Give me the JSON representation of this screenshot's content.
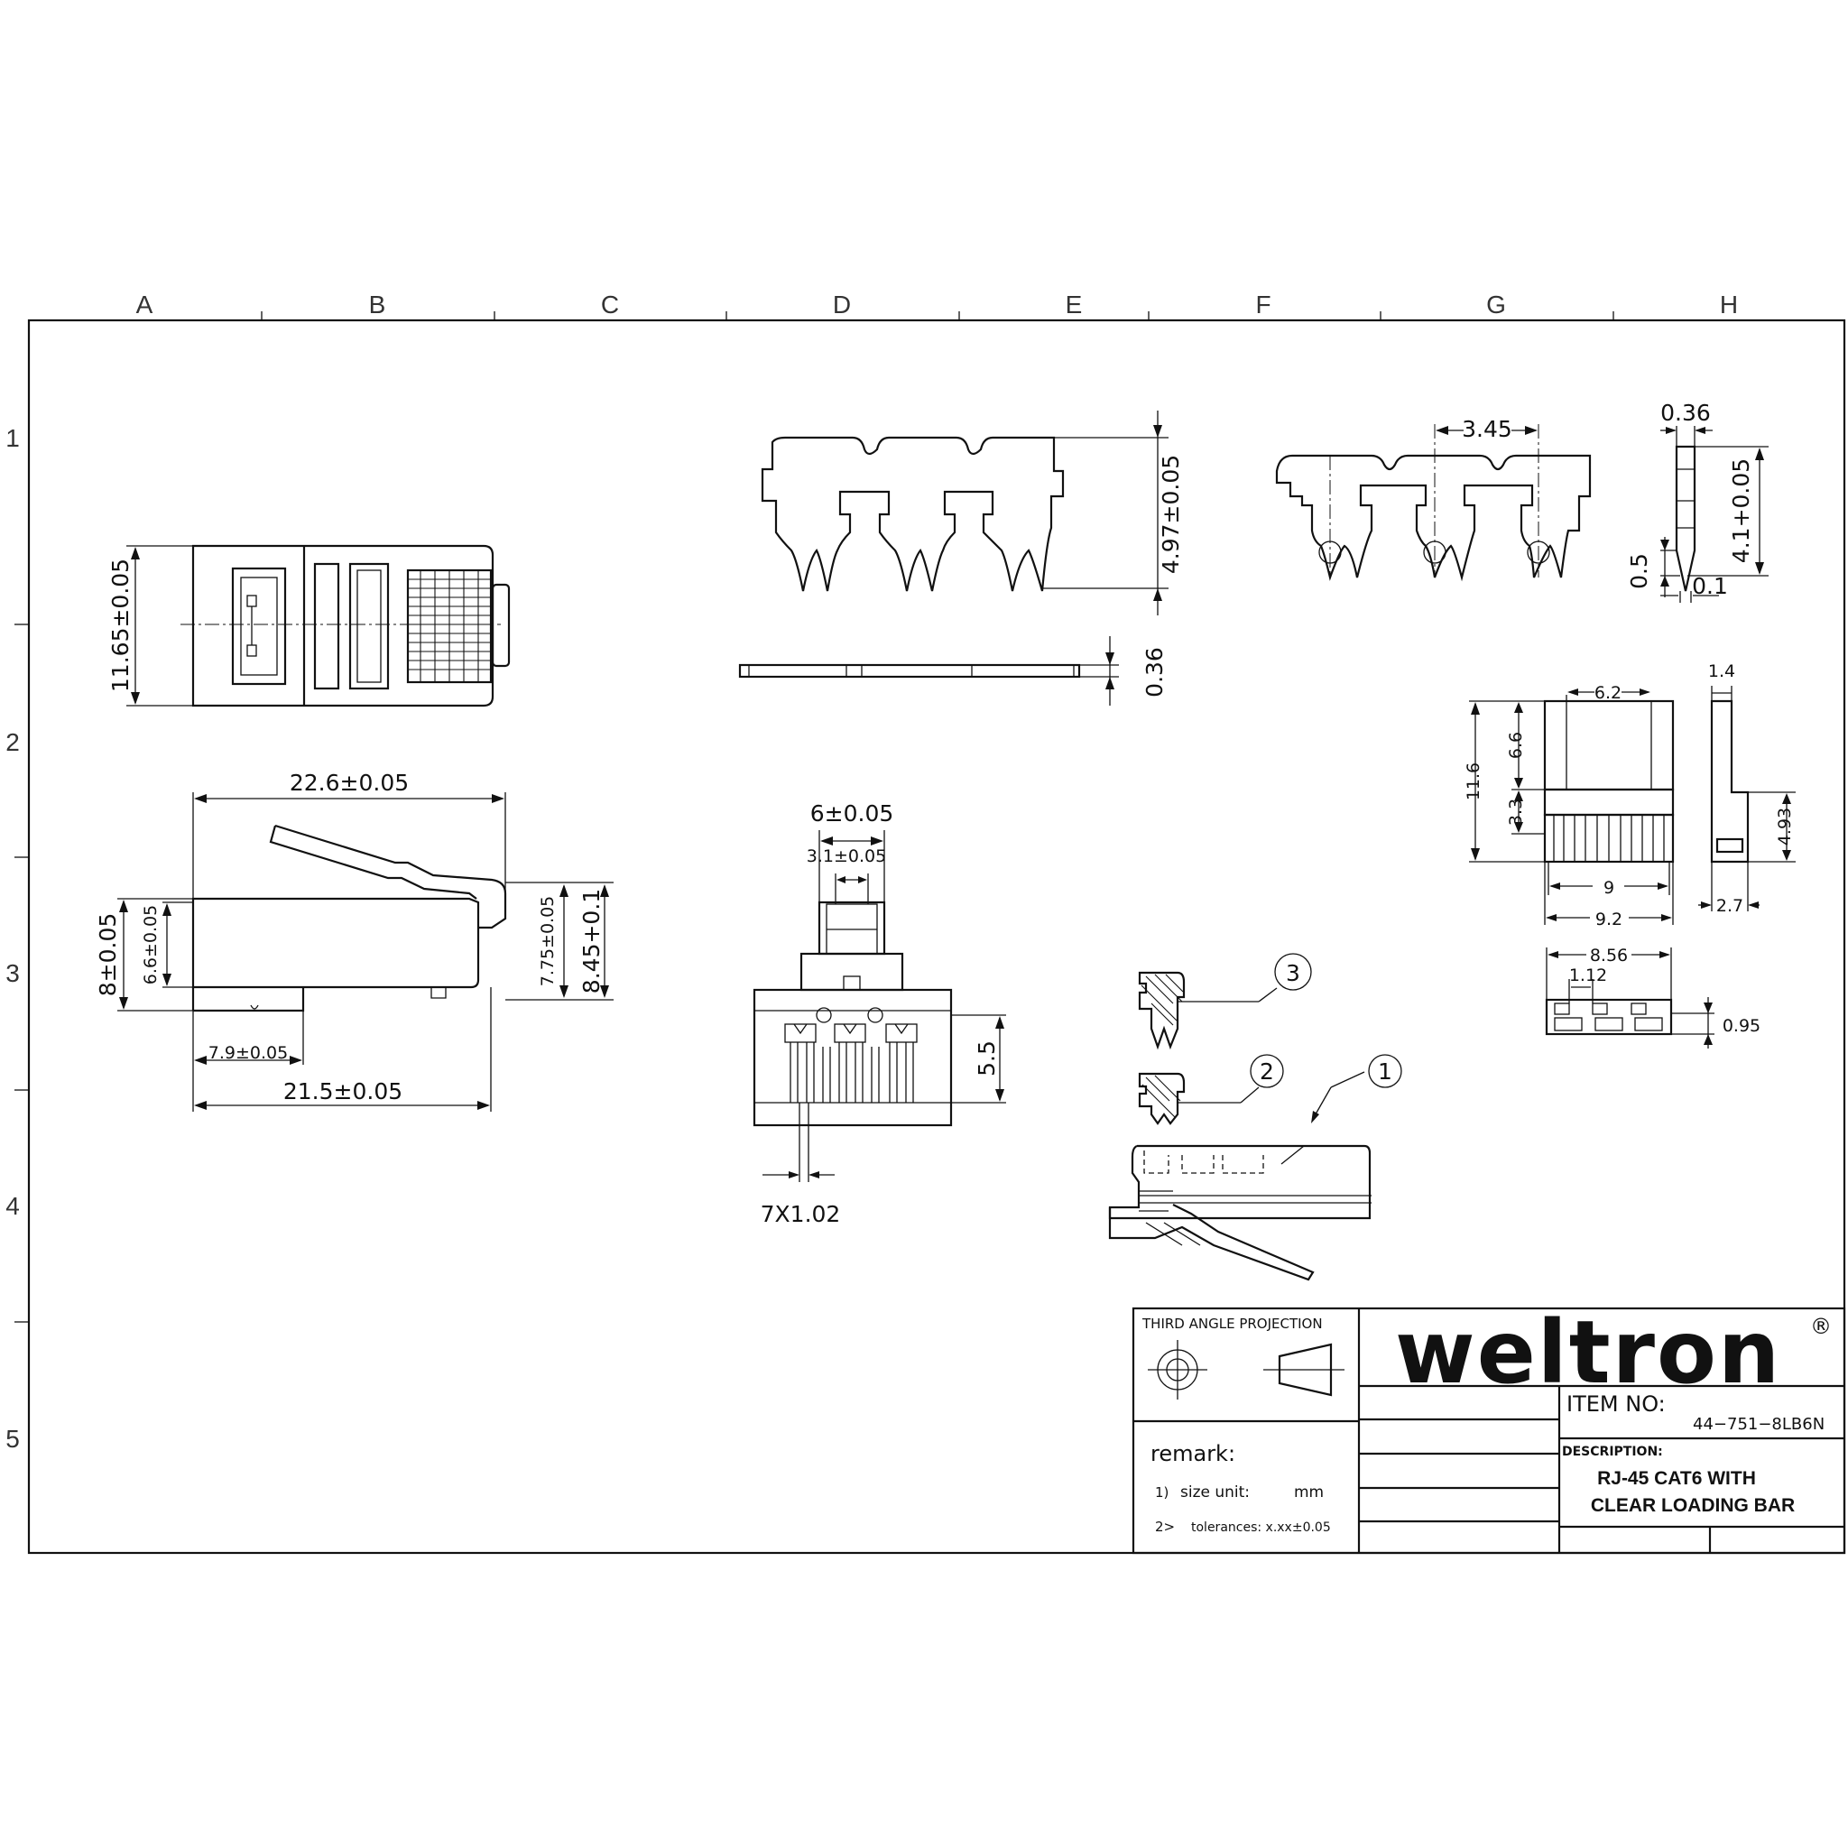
{
  "grid": {
    "columns": [
      "A",
      "B",
      "C",
      "D",
      "E",
      "F",
      "G",
      "H"
    ],
    "rows": [
      "1",
      "2",
      "3",
      "4",
      "5"
    ]
  },
  "dimensions": {
    "top_view_height": "11.65±0.05",
    "overall_length": "22.6±0.05",
    "body_length": "21.5±0.05",
    "step_length": "7.9±0.05",
    "body_height": "8±0.05",
    "inner_height": "6.6±0.05",
    "latch_height": "7.75±0.05",
    "total_height": "8.45+0.1",
    "front_width": "6±0.05",
    "latch_width": "3.1±0.05",
    "contact_height": "5.5",
    "contact_pitch": "7X1.02",
    "contact_blade_height": "4.97±0.05",
    "contact_thickness": "0.36",
    "blade_pitch": "3.45",
    "side_thickness": "0.36",
    "side_height": "4.1+0.05",
    "tip_length": "0.5",
    "tip_width": "0.1",
    "bar_width_top": "6.2",
    "bar_height": "11.6",
    "bar_upper": "6.6",
    "bar_lower": "3.3",
    "bar_width": "9",
    "bar_width_outer": "9.2",
    "bar_side_top": "1.4",
    "bar_side_height": "4.93",
    "bar_side_base": "2.7",
    "bar_end_width": "8.56",
    "bar_end_slot": "1.12",
    "bar_end_height": "0.95"
  },
  "callouts": [
    "1",
    "2",
    "3"
  ],
  "title_block": {
    "projection_label": "THIRD ANGLE PROJECTION",
    "logo_text": "weltron",
    "registered_mark": "®",
    "item_no_label": "ITEM NO:",
    "item_no_value": "44−751−8LB6N",
    "description_label": "DESCRIPTION:",
    "description_line1": "RJ-45 CAT6 WITH",
    "description_line2": "CLEAR LOADING BAR",
    "remark_label": "remark:",
    "remark_1_prefix": "1)",
    "remark_1_text": "size unit:",
    "remark_1_unit": "mm",
    "remark_2_prefix": "2>",
    "remark_2_text": "tolerances: x.xx±0.05"
  }
}
